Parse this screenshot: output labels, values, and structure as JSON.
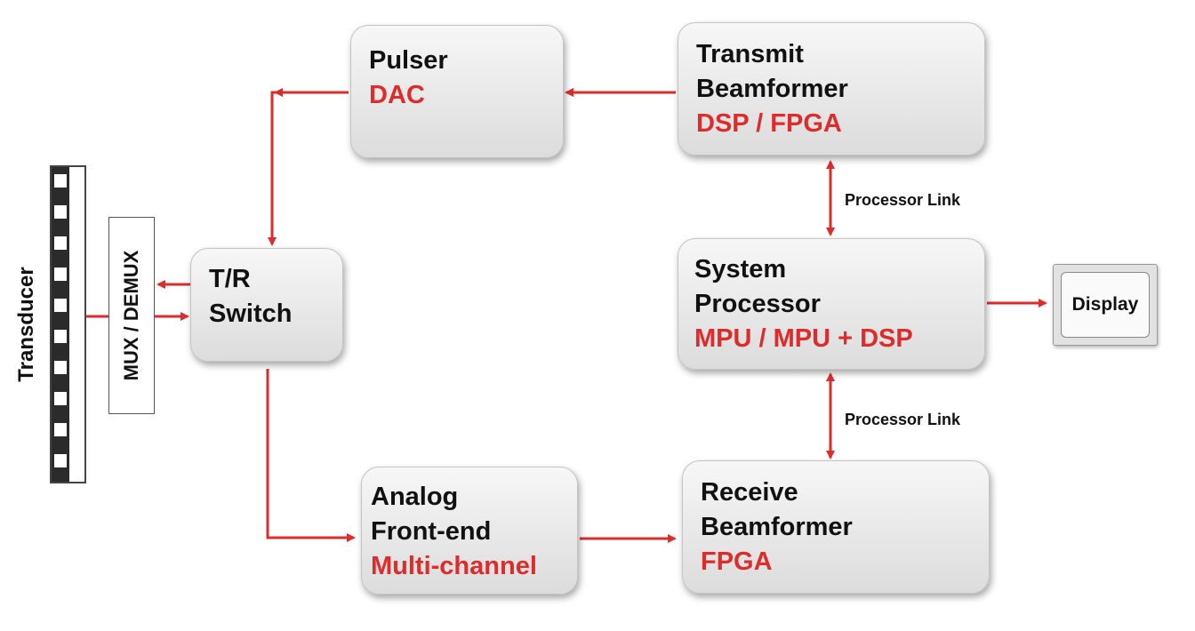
{
  "blocks": {
    "pulser": {
      "title": "Pulser",
      "tech": "DAC"
    },
    "transmit_beamformer": {
      "title1": "Transmit",
      "title2": "Beamformer",
      "tech": "DSP / FPGA"
    },
    "tr_switch": {
      "title1": "T/R",
      "title2": "Switch"
    },
    "system_processor": {
      "title1": "System",
      "title2": "Processor",
      "tech": "MPU / MPU + DSP"
    },
    "analog_front_end": {
      "title1": "Analog",
      "title2": "Front-end",
      "tech": "Multi-channel"
    },
    "receive_beamformer": {
      "title1": "Receive",
      "title2": "Beamformer",
      "tech": "FPGA"
    }
  },
  "links": {
    "top": "Processor Link",
    "bottom": "Processor Link"
  },
  "transducer": {
    "label": "Transducer"
  },
  "mux": {
    "label": "MUX / DEMUX"
  },
  "display": {
    "label": "Display"
  },
  "colors": {
    "accent_red": "#dd2c2c",
    "text": "#111111",
    "block_fill": "#e6e6e6"
  }
}
